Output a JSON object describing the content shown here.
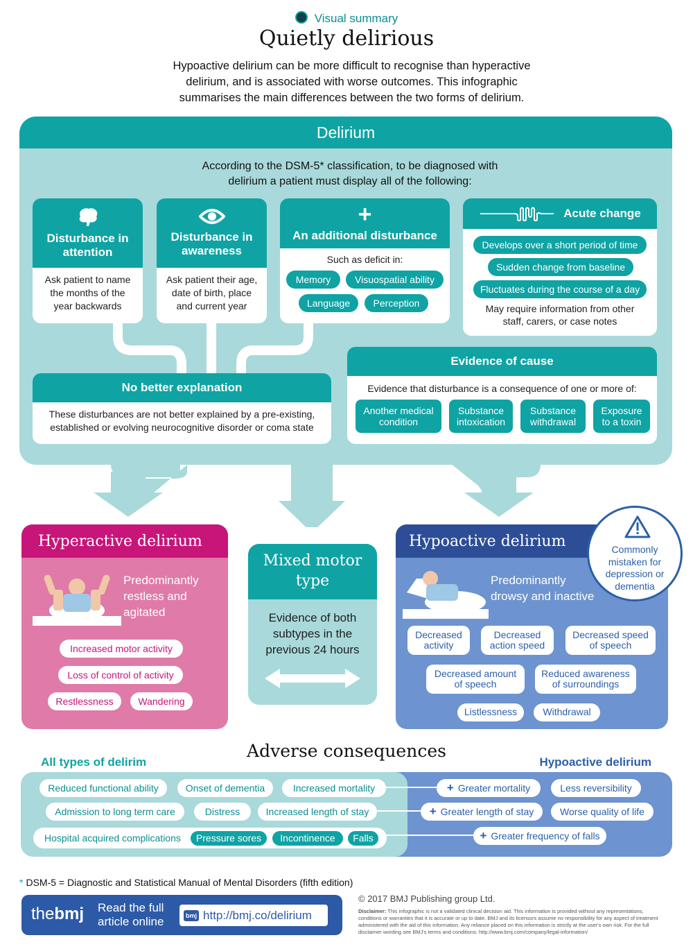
{
  "header": {
    "kicker": "Visual summary",
    "title": "Quietly delirious",
    "intro": "Hypoactive delirium can be more difficult to recognise than hyperactive delirium, and is associated with worse outcomes. This infographic summarises the main differences between the two forms of delirium."
  },
  "delirium": {
    "title": "Delirium",
    "criteria_intro": "According to the DSM-5* classification, to be diagnosed with delirium a patient must display all of the following:",
    "attention": {
      "title": "Disturbance in attention",
      "body": "Ask patient to name the months of the year backwards",
      "icon": "brain-icon"
    },
    "awareness": {
      "title": "Disturbance in awareness",
      "body": "Ask patient their age, date of birth, place and current year",
      "icon": "eye-icon"
    },
    "additional": {
      "title": "An additional disturbance",
      "intro": "Such as deficit in:",
      "items": [
        "Memory",
        "Visuospatial ability",
        "Language",
        "Perception"
      ],
      "icon": "plus-icon"
    },
    "acute": {
      "title": "Acute change",
      "items": [
        "Develops over a short period of time",
        "Sudden change from baseline",
        "Fluctuates during the course of a day"
      ],
      "note": "May require information from other staff, carers, or case notes",
      "icon": "waveform-icon"
    },
    "no_better": {
      "title": "No better explanation",
      "body": "These disturbances are not better explained by a pre-existing, established or evolving neurocognitive disorder or coma state"
    },
    "cause": {
      "title": "Evidence of cause",
      "intro": "Evidence that disturbance is a consequence of one or more of:",
      "items": [
        "Another medical condition",
        "Substance intoxication",
        "Substance withdrawal",
        "Exposure to a toxin"
      ]
    }
  },
  "hyperactive": {
    "title": "Hyperactive delirium",
    "description": "Predominantly restless and agitated",
    "items": [
      "Increased motor activity",
      "Loss of control of activity",
      "Restlessness",
      "Wandering"
    ]
  },
  "mixed": {
    "title": "Mixed motor type",
    "description": "Evidence of both subtypes in the previous 24 hours"
  },
  "hypoactive": {
    "title": "Hypoactive delirium",
    "description": "Predominantly drowsy and inactive",
    "warning": "Commonly mistaken for depression or dementia",
    "items": [
      "Decreased activity",
      "Decreased action speed",
      "Decreased speed of speech",
      "Decreased amount of speech",
      "Reduced awareness of surroundings",
      "Listlessness",
      "Withdrawal"
    ]
  },
  "adverse": {
    "title": "Adverse consequences",
    "all_label": "All types of delirim",
    "hypo_label": "Hypoactive delirium",
    "all_items": [
      "Reduced functional ability",
      "Onset of dementia",
      "Increased mortality",
      "Admission to long term care",
      "Distress",
      "Increased length of stay",
      "Hospital acquired complications"
    ],
    "complications": [
      "Pressure sores",
      "Incontinence",
      "Falls"
    ],
    "hypo_items": [
      "Greater mortality",
      "Less reversibility",
      "Greater length of stay",
      "Worse quality of life",
      "Greater frequency of falls"
    ]
  },
  "footer": {
    "footnote_marker": "*",
    "footnote": "DSM-5 = Diagnostic and Statistical Manual of Mental Disorders (fifth edition)",
    "brand_the": "the",
    "brand_bmj": "bmj",
    "read_full": "Read the full article online",
    "link": "http://bmj.co/delirium",
    "link_badge": "bmj",
    "copyright": "© 2017 BMJ Publishing group Ltd.",
    "disclaimer_label": "Disclaimer:",
    "disclaimer": "This infographic is not a validated clinical decision aid. This information is provided without any representations, conditions or warranties that it is accurate or up to date. BMJ and its licensors assume no responsibility for any aspect of treatment administered with the aid of this information. Any reliance placed on this information is strictly at the user's own risk. For the full disclaimer wording see BMJ's terms and conditions: http://www.bmj.com/company/legal-information/"
  },
  "colors": {
    "teal": "#0fa3a4",
    "light_teal": "#a9d9da",
    "pink": "#c7157a",
    "light_pink": "#e07aa8",
    "blue": "#2b5fa8",
    "light_blue": "#6d93d0",
    "navy": "#2d4e96"
  }
}
